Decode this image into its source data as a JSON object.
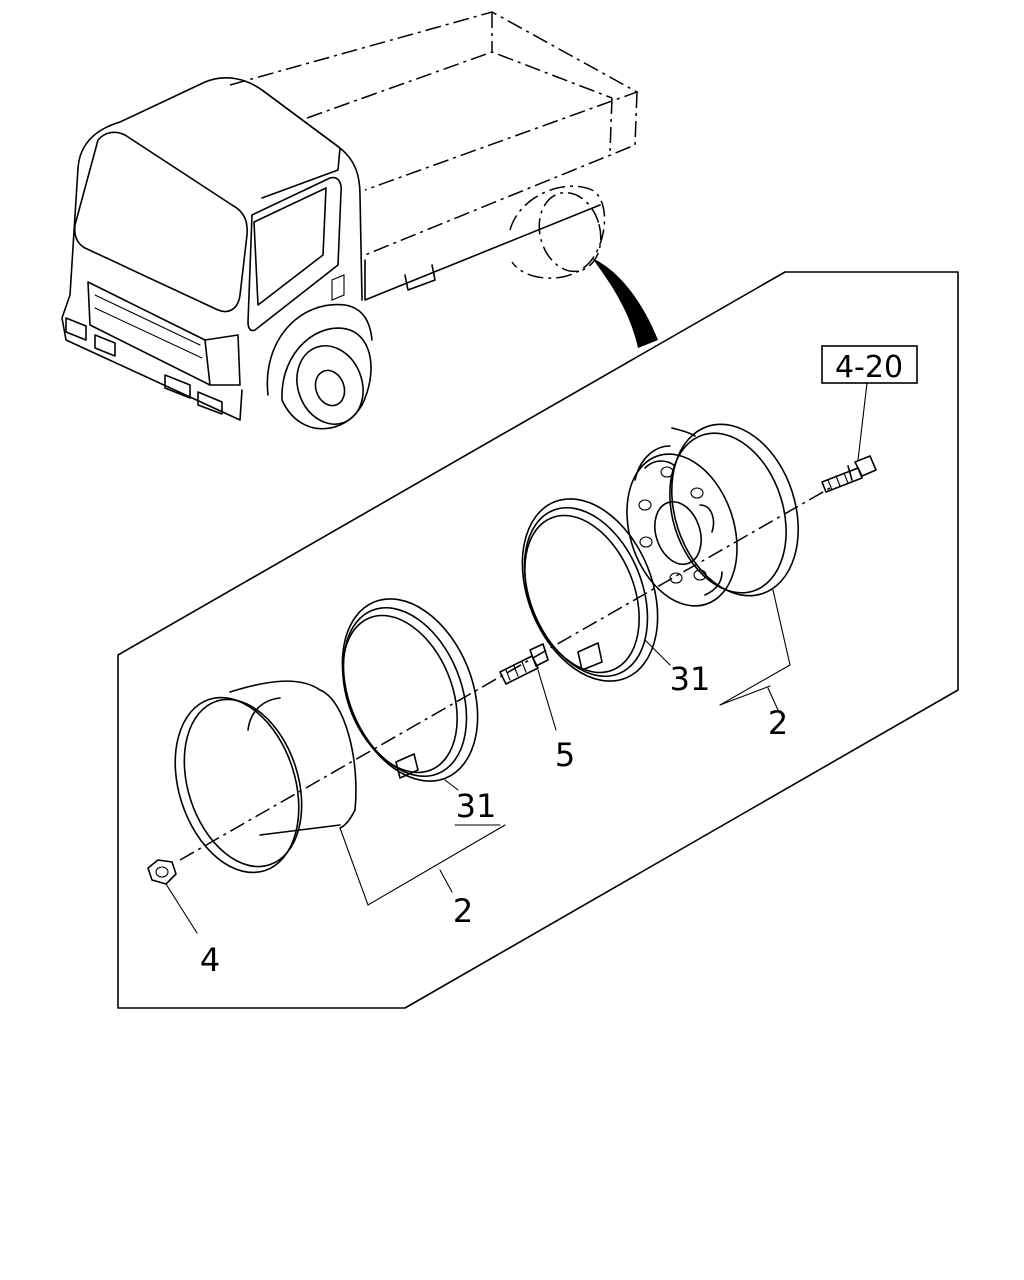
{
  "callouts": {
    "ref_box": "4-20",
    "wheel_upper": "2",
    "wheel_lower": "2",
    "ring_upper": "31",
    "ring_lower": "31",
    "valve": "5",
    "nut": "4"
  }
}
